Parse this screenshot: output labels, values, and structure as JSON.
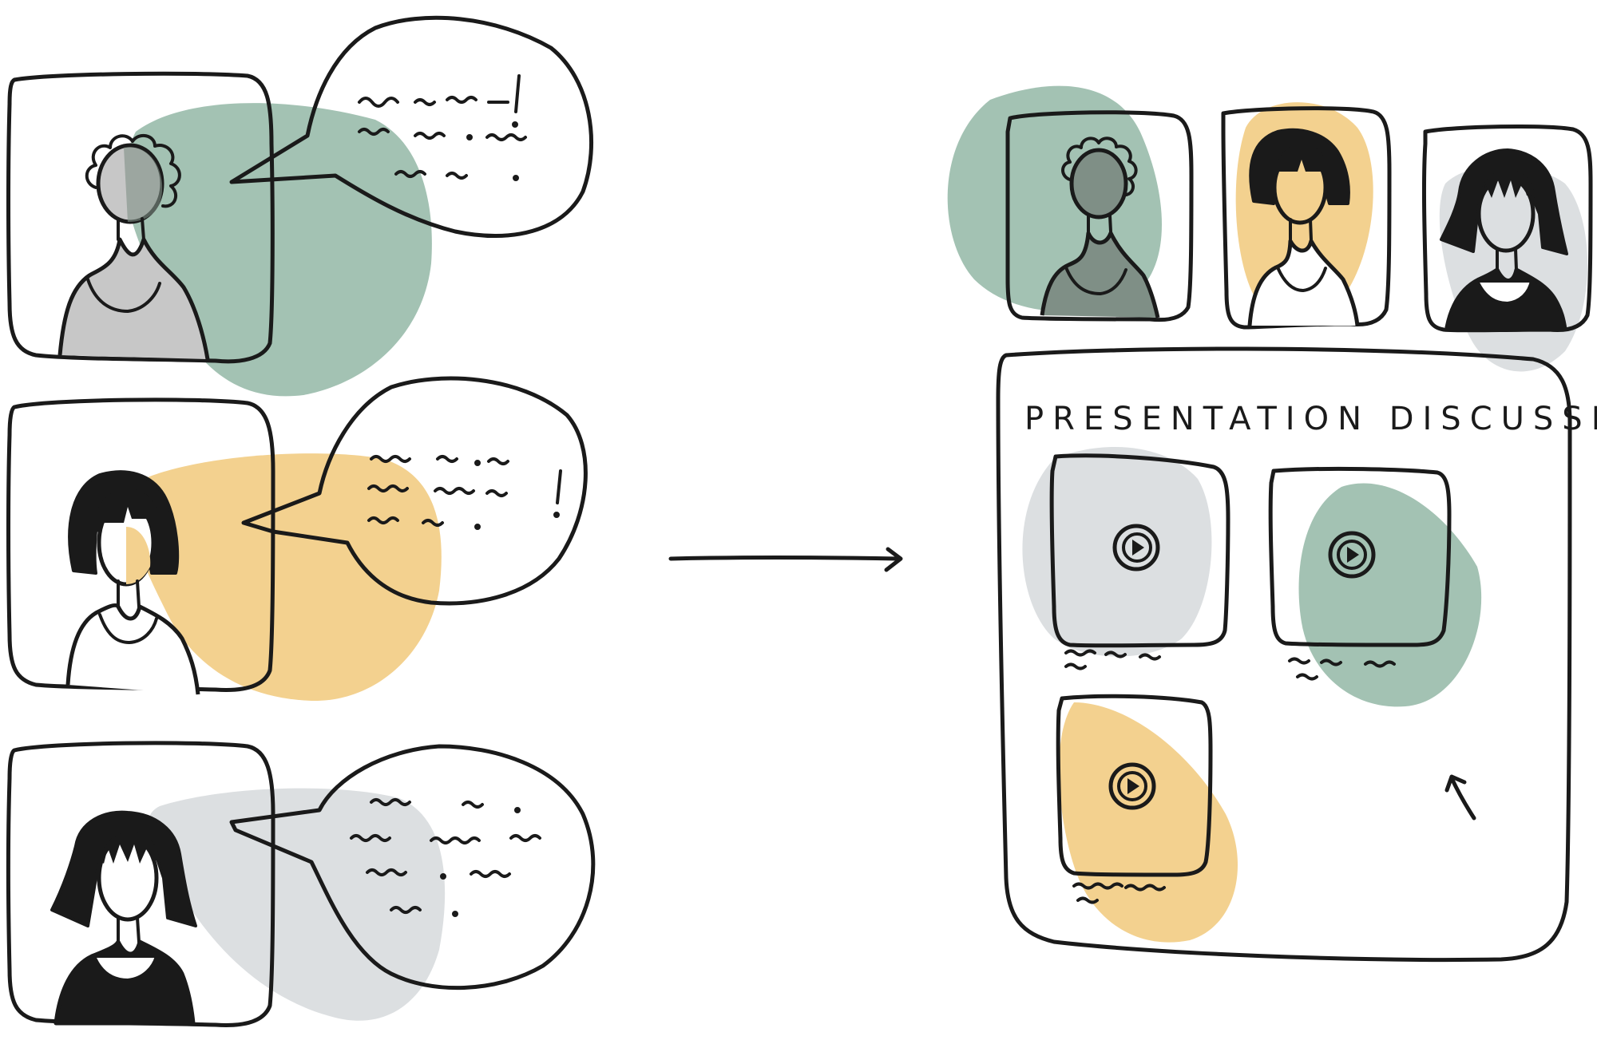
{
  "colors": {
    "green": "#a3c2b3",
    "yellow": "#f3d18f",
    "gray": "#dcdfe1",
    "ink": "#1a1a1a",
    "face_gray": "#c7c7c7",
    "face_green_dark": "#7f8f86",
    "background": "#ffffff"
  },
  "left_panel": {
    "participants": [
      {
        "name": "participant-curly-hair",
        "color": "green",
        "icon": "person-curly-hair-icon"
      },
      {
        "name": "participant-bob-hair",
        "color": "yellow",
        "icon": "person-bob-hair-icon"
      },
      {
        "name": "participant-long-hair",
        "color": "gray",
        "icon": "person-long-hair-icon"
      }
    ]
  },
  "arrow": {
    "icon": "arrow-right-icon"
  },
  "right_panel": {
    "title": "PRESENTATION DISCUSSION",
    "avatars": [
      {
        "color": "green",
        "icon": "person-curly-hair-icon"
      },
      {
        "color": "yellow",
        "icon": "person-bob-hair-icon"
      },
      {
        "color": "gray",
        "icon": "person-long-hair-icon"
      }
    ],
    "videos": [
      {
        "color": "gray",
        "icon": "play-icon"
      },
      {
        "color": "green",
        "icon": "play-icon"
      },
      {
        "color": "yellow",
        "icon": "play-icon"
      }
    ],
    "cursor": {
      "icon": "cursor-arrow-icon"
    }
  }
}
